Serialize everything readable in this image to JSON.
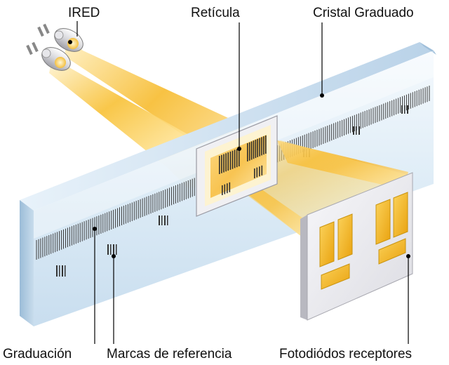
{
  "labels": {
    "ired": "IRED",
    "reticula": "Retícula",
    "cristal": "Cristal Graduado",
    "graduacion": "Graduación",
    "marcas": "Marcas de referencia",
    "fotodiodos": "Fotodiódos receptores"
  },
  "colors": {
    "beam": "#f6b92a",
    "beam_light": "#fff3c9",
    "glass": "#cfe3f2",
    "glass_dark": "#8fb3d0",
    "panel": "#ececf0",
    "window": "#f0b020",
    "ticks": "#3a3a3a",
    "leader": "#000000"
  }
}
